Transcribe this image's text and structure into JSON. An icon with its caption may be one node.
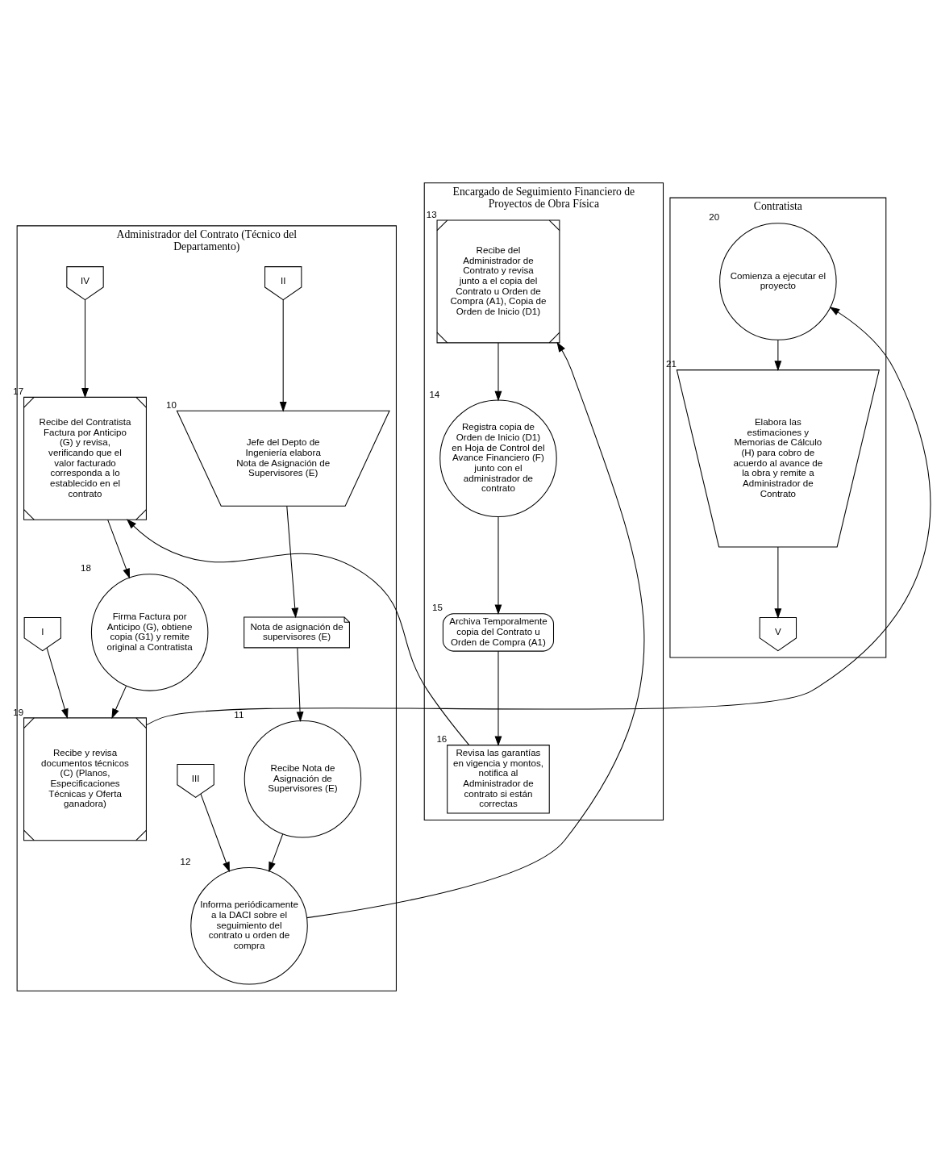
{
  "diagram": {
    "nodes": [
      {
        "text": [
          "Administrador del Contrato (Técnico del Departamento)"
        ]
      },
      {
        "text": [
          "Contratista"
        ]
      },
      {
        "text": [
          "Encargado de Seguimiento Financiero de Proyectos de Obra Física"
        ]
      },
      {
        "text": [
          "II"
        ],
        "in": 0
      },
      {
        "text": [
          "Jefe del Depto de Ingeniería elabora Nota de Asignación de Supervisores (E)"
        ],
        "beside": [
          "10"
        ],
        "in": 0
      },
      {
        "text": [
          "Nota de asignación de supervisores (E)"
        ],
        "in": 0
      },
      {
        "text": [
          "Recibe Nota de Asignación de Supervisores (E)"
        ],
        "beside": [
          "11"
        ],
        "in": 0
      },
      {
        "text": [
          "III"
        ],
        "in": 0
      },
      {
        "text": [
          "Informa periódicamente a la DACI sobre el seguimiento del contrato u orden de compra"
        ],
        "beside": [
          "12"
        ],
        "in": 0
      },
      {
        "text": [
          "IV"
        ],
        "in": 0
      },
      {
        "text": [
          "Recibe del Contratista Factura por Anticipo (G) y revisa, verificando que el valor facturado corresponda a lo establecido en el contrato"
        ],
        "beside": [
          "17"
        ],
        "in": 0
      },
      {
        "text": [
          "Firma Factura por Anticipo (G), obtiene copia (G1) y remite original a Contratista"
        ],
        "beside": [
          "18"
        ],
        "in": 0
      },
      {
        "text": [
          "I"
        ],
        "in": 0
      },
      {
        "text": [
          "Recibe y revisa documentos técnicos (C) (Planos, Especificaciones Técnicas y Oferta ganadora)"
        ],
        "beside": [
          "19"
        ],
        "in": 0
      },
      {
        "text": [
          "Comienza a ejecutar el proyecto"
        ],
        "beside": [
          "20"
        ],
        "in": 1
      },
      {
        "text": [
          "Elabora las estimaciones y Memorias de Cálculo (H) para cobro de acuerdo al avance de la obra y remite a Administrador de Contrato"
        ],
        "beside": [
          "21"
        ],
        "in": 1
      },
      {
        "text": [
          "V"
        ],
        "in": 1
      },
      {
        "text": [
          "Recibe del Administrador de Contrato y revisa junto a el copia del Contrato u Orden de Compra (A1), Copia de Orden de Inicio (D1)"
        ],
        "beside": [
          "13"
        ],
        "in": 2
      },
      {
        "text": [
          "Registra copia de Orden de Inicio (D1) en Hoja de Control del Avance Financiero (F) junto con el administrador de contrato"
        ],
        "beside": [
          "14"
        ],
        "in": 2
      },
      {
        "text": [
          "Archiva Temporalmente copia del Contrato u Orden de Compra (A1)"
        ],
        "beside": [
          "15"
        ],
        "in": 2
      },
      {
        "text": [
          "Revisa las garantías en vigencia y montos, notifica al Administrador de contrato si están correctas"
        ],
        "beside": [
          "16"
        ],
        "in": 2
      }
    ],
    "edges": [
      {
        "from": 3,
        "to": 4,
        "arrow": "to"
      },
      {
        "from": 4,
        "to": 5,
        "arrow": "to"
      },
      {
        "from": 5,
        "to": 6,
        "arrow": "to"
      },
      {
        "from": 6,
        "to": 8,
        "arrow": "to"
      },
      {
        "from": 7,
        "to": 8,
        "arrow": "to"
      },
      {
        "from": 8,
        "to": 17,
        "arrow": "to"
      },
      {
        "from": 17,
        "to": 18,
        "arrow": "to"
      },
      {
        "from": 18,
        "to": 19,
        "arrow": "to"
      },
      {
        "from": 19,
        "to": 20,
        "arrow": "to"
      },
      {
        "from": 20,
        "to": 10,
        "arrow": "to"
      },
      {
        "from": 9,
        "to": 10,
        "arrow": "to"
      },
      {
        "from": 10,
        "to": 11,
        "arrow": "to"
      },
      {
        "from": 11,
        "to": 13,
        "arrow": "to"
      },
      {
        "from": 12,
        "to": 13,
        "arrow": "to"
      },
      {
        "from": 13,
        "to": 14,
        "arrow": "to"
      },
      {
        "from": 14,
        "to": 15,
        "arrow": "to"
      },
      {
        "from": 15,
        "to": 16,
        "arrow": "to"
      }
    ]
  }
}
